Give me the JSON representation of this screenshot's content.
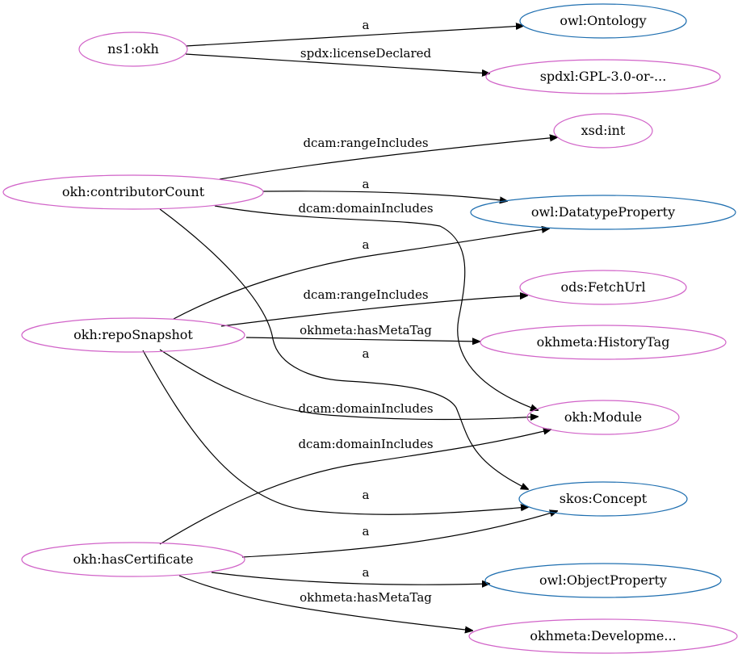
{
  "colors": {
    "pink": "#d163c8",
    "blue": "#1f6fb0",
    "edge": "#000000"
  },
  "nodes": {
    "ns1_okh": "ns1:okh",
    "owl_ontology": "owl:Ontology",
    "spdxl_gpl": "spdxl:GPL-3.0-or-...",
    "xsd_int": "xsd:int",
    "contributor_count": "okh:contributorCount",
    "owl_datatype_property": "owl:DatatypeProperty",
    "ods_fetch_url": "ods:FetchUrl",
    "repo_snapshot": "okh:repoSnapshot",
    "history_tag": "okhmeta:HistoryTag",
    "okh_module": "okh:Module",
    "skos_concept": "skos:Concept",
    "has_certificate": "okh:hasCertificate",
    "owl_object_property": "owl:ObjectProperty",
    "development_tag": "okhmeta:Developme..."
  },
  "edges": {
    "a": "a",
    "license_declared": "spdx:licenseDeclared",
    "range_includes": "dcam:rangeIncludes",
    "domain_includes": "dcam:domainIncludes",
    "has_meta_tag": "okhmeta:hasMetaTag"
  }
}
